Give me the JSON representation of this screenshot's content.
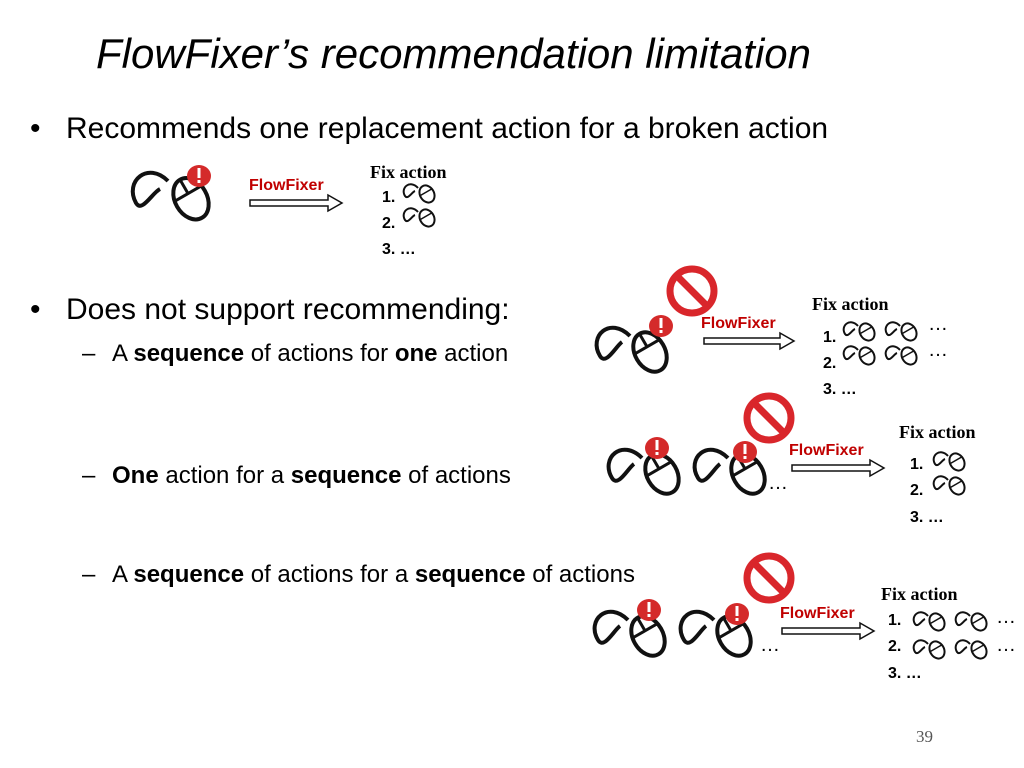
{
  "title": "FlowFixer’s recommendation limitation",
  "bullets": [
    {
      "text": "Recommends one replacement action for a broken action"
    },
    {
      "text": "Does not support recommending:"
    }
  ],
  "sub_items": [
    {
      "parts": [
        "A ",
        "sequence",
        " of actions for ",
        "one",
        " action"
      ]
    },
    {
      "parts": [
        "",
        "One",
        " action for a ",
        "sequence",
        " of actions"
      ]
    },
    {
      "parts": [
        "A ",
        "sequence",
        " of actions for a ",
        "sequence",
        " of actions"
      ]
    }
  ],
  "flowfixer_label": "FlowFixer",
  "fix_action_label": "Fix action",
  "list_numbers": [
    "1.",
    "2.",
    "3. …"
  ],
  "ellipsis": "…",
  "page_number": "39",
  "colors": {
    "flowfixer_red": "#c00000",
    "error_red": "#d42a2a",
    "no_sign_red": "#d9262b"
  },
  "icons": [
    "mouse-icon",
    "error-badge-icon",
    "no-sign-icon",
    "arrow-icon"
  ]
}
